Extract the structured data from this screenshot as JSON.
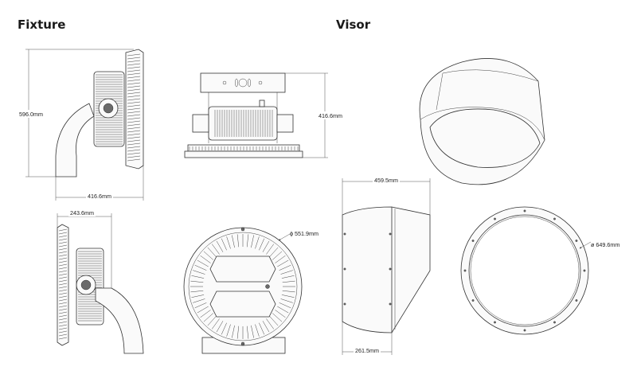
{
  "sections": {
    "fixture": "Fixture",
    "visor": "Visor"
  },
  "dimensions": {
    "fixture_height": "596.0mm",
    "fixture_width_side": "416.6mm",
    "fixture_height_front": "416.6mm",
    "fixture_depth": "243.6mm",
    "fixture_diameter": "ϕ 551.9mm",
    "visor_length": "459.5mm",
    "visor_depth": "261.5mm",
    "visor_diameter": "ø 649.6mm"
  }
}
